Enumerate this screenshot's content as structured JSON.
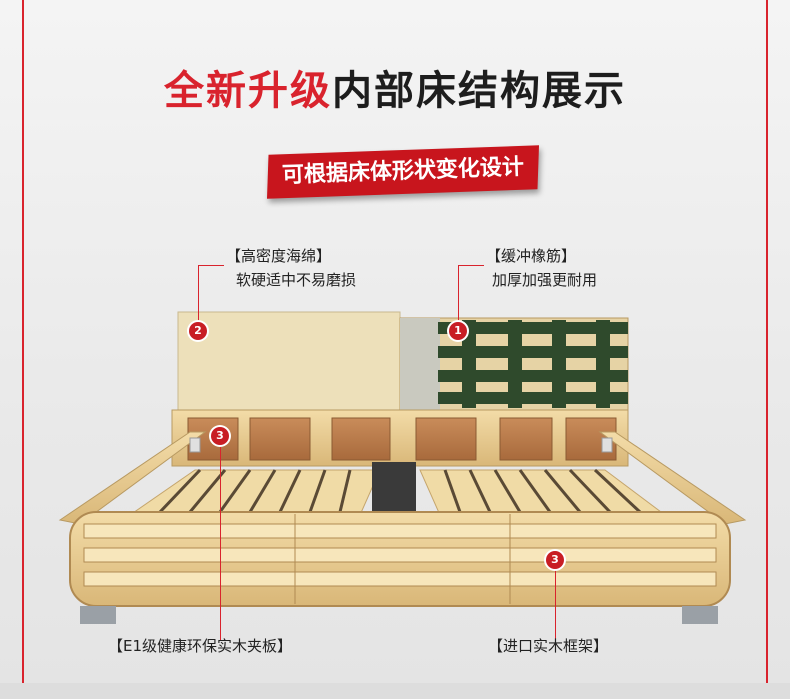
{
  "title": {
    "part1": "全新升级",
    "part2": "内部床结构展示"
  },
  "banner": "可根据床体形状变化设计",
  "callouts": {
    "sponge": {
      "num": "2",
      "title": "【高密度海绵】",
      "desc": "软硬适中不易磨损"
    },
    "rubber": {
      "num": "1",
      "title": "【缓冲橡筋】",
      "desc": "加厚加强更耐用"
    },
    "board": {
      "num": "3",
      "title": "【E1级健康环保实木夹板】"
    },
    "frame": {
      "num": "3",
      "title": "【进口实木框架】"
    }
  },
  "colors": {
    "accent": "#d9232d",
    "wood": "#e8cf97",
    "sponge": "#ede0ba",
    "rubber": "#2f4a2c"
  }
}
